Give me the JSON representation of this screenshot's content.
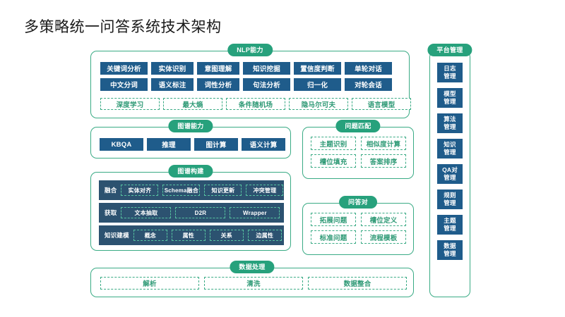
{
  "title": "多策略统一问答系统技术架构",
  "colors": {
    "blue": "#1f5c8b",
    "green": "#27a17c",
    "green_border": "#3aab85",
    "navy_band": "#2c5270",
    "background": "#ffffff"
  },
  "groups": {
    "nlp": {
      "caption": "NLP能力",
      "row1": [
        "关键词分析",
        "实体识别",
        "意图理解",
        "知识挖掘",
        "置信度判断",
        "单轮对话"
      ],
      "row2": [
        "中文分词",
        "语义标注",
        "词性分析",
        "句法分析",
        "归一化",
        "对轮会话"
      ],
      "row3": [
        "深度学习",
        "最大熵",
        "条件随机场",
        "隐马尔可夫",
        "语言模型"
      ]
    },
    "kg_ability": {
      "caption": "图谱能力",
      "items": [
        "KBQA",
        "推理",
        "图计算",
        "语义计算"
      ]
    },
    "kg_build": {
      "caption": "图谱构建",
      "bands": [
        {
          "label": "融合",
          "items": [
            "实体对齐",
            "Schema融合",
            "知识更新",
            "冲突管理"
          ]
        },
        {
          "label": "获取",
          "items": [
            "文本抽取",
            "D2R",
            "Wrapper"
          ]
        },
        {
          "label": "知识建模",
          "items": [
            "概念",
            "属性",
            "关系",
            "边属性"
          ]
        }
      ]
    },
    "question_match": {
      "caption": "问题匹配",
      "items": [
        "主题识别",
        "相似度计算",
        "槽位填充",
        "答案排序"
      ]
    },
    "qa_pair": {
      "caption": "问答对",
      "items": [
        "拓展问题",
        "槽位定义",
        "标准问题",
        "流程模板"
      ]
    },
    "data_process": {
      "caption": "数据处理",
      "items": [
        "解析",
        "清洗",
        "数据整合"
      ]
    },
    "platform": {
      "caption": "平台管理",
      "items": [
        "日志\n管理",
        "模型\n管理",
        "算法\n管理",
        "知识\n管理",
        "QA对\n管理",
        "规则\n管理",
        "主题\n管理",
        "数据\n管理"
      ]
    }
  }
}
